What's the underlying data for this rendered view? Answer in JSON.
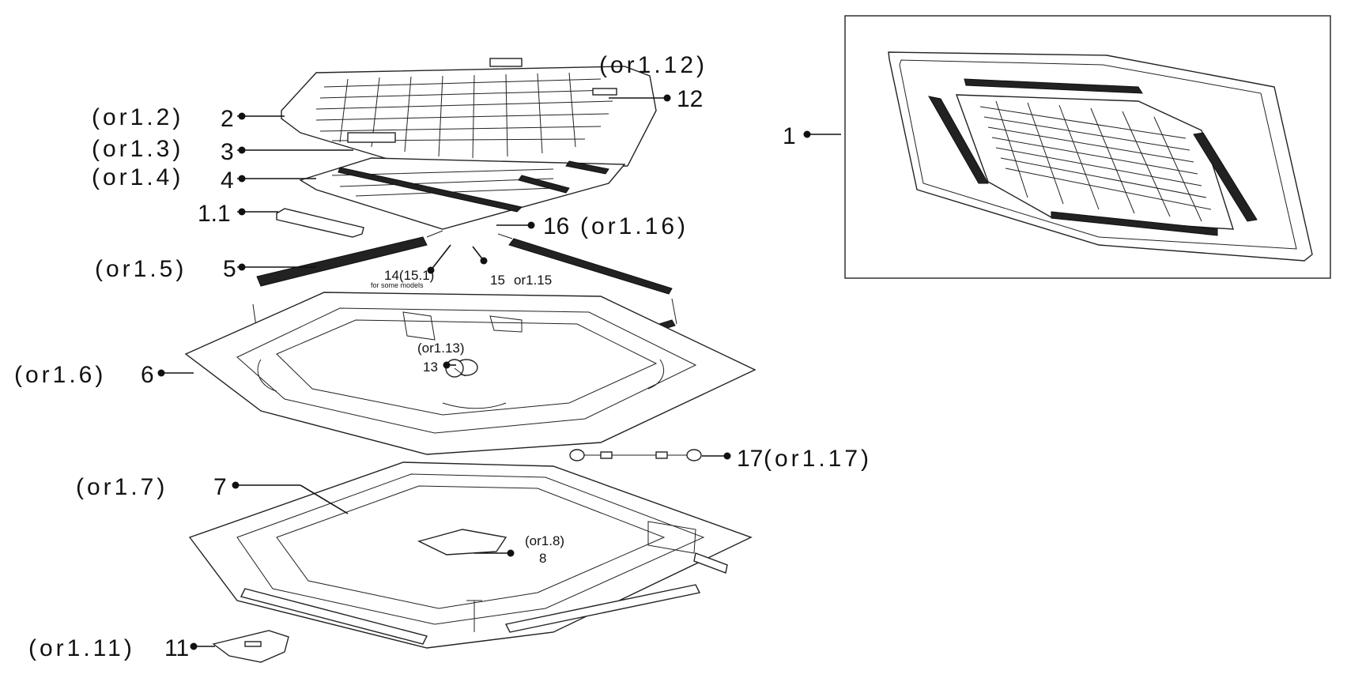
{
  "callouts": {
    "c2": {
      "alt": "(or1.2)",
      "num": "2"
    },
    "c3": {
      "alt": "(or1.3)",
      "num": "3"
    },
    "c4": {
      "alt": "(or1.4)",
      "num": "4"
    },
    "c11x": {
      "num": "1.1"
    },
    "c5": {
      "alt": "(or1.5)",
      "num": "5"
    },
    "c6": {
      "alt": "(or1.6)",
      "num": "6"
    },
    "c7": {
      "alt": "(or1.7)",
      "num": "7"
    },
    "c11": {
      "alt": "(or1.11)",
      "num": "11"
    },
    "c12": {
      "alt": "(or1.12)",
      "num": "12"
    },
    "c16": {
      "alt": "(or1.16)",
      "num": "16"
    },
    "c14": {
      "num": "14(15.1)",
      "note": "for some models"
    },
    "c15": {
      "num": "15",
      "alt": "or1.15"
    },
    "c13": {
      "alt": "(or1.13)",
      "num": "13"
    },
    "c17": {
      "alt": "(or1.17)",
      "num": "17"
    },
    "c8": {
      "alt": "(or1.8)",
      "num": "8"
    },
    "c1": {
      "num": "1"
    }
  }
}
